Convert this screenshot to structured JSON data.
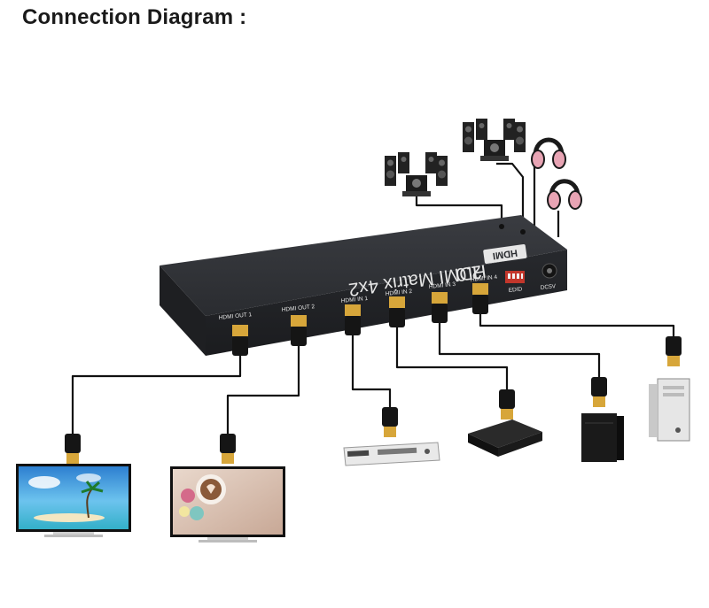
{
  "page": {
    "title": "Connection Diagram :"
  },
  "device": {
    "model": "HDMI Matrix 4x2",
    "version": "2.0",
    "logo": "HDMI",
    "ports": {
      "out1": "HDMI OUT 1",
      "out2": "HDMI OUT 2",
      "in1": "HDMI IN 1",
      "in2": "HDMI IN 2",
      "in3": "HDMI IN 3",
      "in4": "HDMI IN 4",
      "edid": "EDID",
      "dc": "DC5V"
    }
  },
  "icons": {
    "speakers_1": "surround-speakers-icon",
    "speakers_2": "surround-speakers-icon",
    "headphones_1": "headphones-icon",
    "headphones_2": "headphones-icon",
    "tv_1": "tv-beach-icon",
    "tv_2": "tv-coffee-icon",
    "dvd": "dvd-player-icon",
    "settop": "set-top-box-icon",
    "console": "game-console-icon",
    "pc": "pc-tower-icon"
  },
  "colors": {
    "device_body": "#2b2d31",
    "cable": "#111111",
    "connector_gold": "#d7a63a",
    "headphone_pink": "#e8a4b4"
  }
}
